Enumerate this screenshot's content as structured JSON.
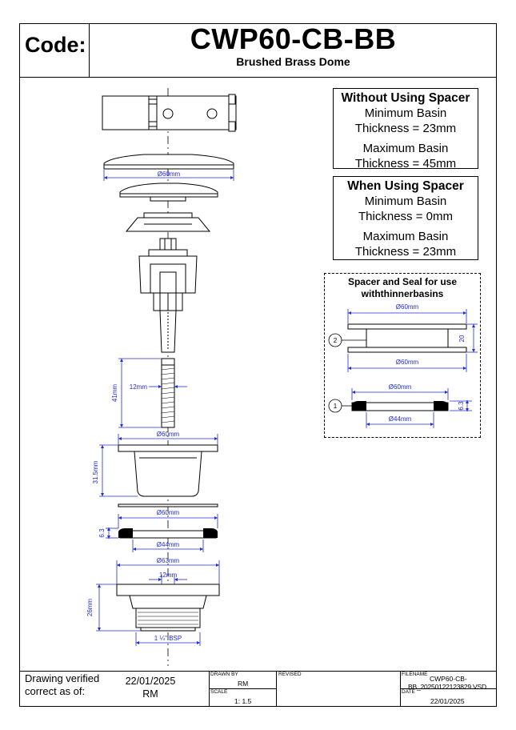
{
  "header": {
    "code_label": "Code:",
    "product_code": "CWP60-CB-BB",
    "product_name": "Brushed Brass Dome"
  },
  "info_without": {
    "heading": "Without Using Spacer",
    "line1": "Minimum Basin",
    "line2": "Thickness = 23mm",
    "line3": "Maximum Basin",
    "line4": "Thickness = 45mm"
  },
  "info_with": {
    "heading": "When Using Spacer",
    "line1": "Minimum Basin",
    "line2": "Thickness = 0mm",
    "line3": "Maximum Basin",
    "line4": "Thickness = 23mm"
  },
  "spacer_panel": {
    "title_line1": "Spacer and Seal for use",
    "title_line2": "withthinnerbasins",
    "dim_spacer_top": "Ø60mm",
    "dim_spacer_bottom": "Ø60mm",
    "dim_spacer_height": "20",
    "callout_spacer": "2",
    "dim_seal_top": "Ø60mm",
    "dim_seal_bottom": "Ø44mm",
    "dim_seal_height": "6.3",
    "callout_seal": "1"
  },
  "dimensions": {
    "dome_diameter": "Ø60mm",
    "thread_width": "12mm",
    "thread_length": "41mm",
    "body_diameter": "Ø60mm",
    "body_height": "31.5mm",
    "seal_outer": "Ø60mm",
    "seal_inner": "Ø44mm",
    "seal_height": "6.3",
    "nut_outer": "Ø63mm",
    "nut_inner": "12mm",
    "nut_height": "26mm",
    "nut_thread": "1 ¼\" BSP"
  },
  "footer": {
    "verified_line1": "Drawing verified",
    "verified_line2": "correct as of:",
    "verified_date": "22/01/2025",
    "verified_by": "RM",
    "drawn_by_label": "DRAWN BY",
    "drawn_by": "RM",
    "revised_label": "REVISED",
    "scale_label": "SCALE",
    "scale": "1: 1.5",
    "filename_label": "FILENAME",
    "filename_line1": "CWP60-CB-",
    "filename_line2": "BB_20250122123829.VSD",
    "date_label": "DATE",
    "date": "22/01/2025"
  },
  "colors": {
    "line": "#000000",
    "dimension": "#1f2bd6",
    "part_fill": "#ffffff",
    "part_stroke": "#000000"
  }
}
